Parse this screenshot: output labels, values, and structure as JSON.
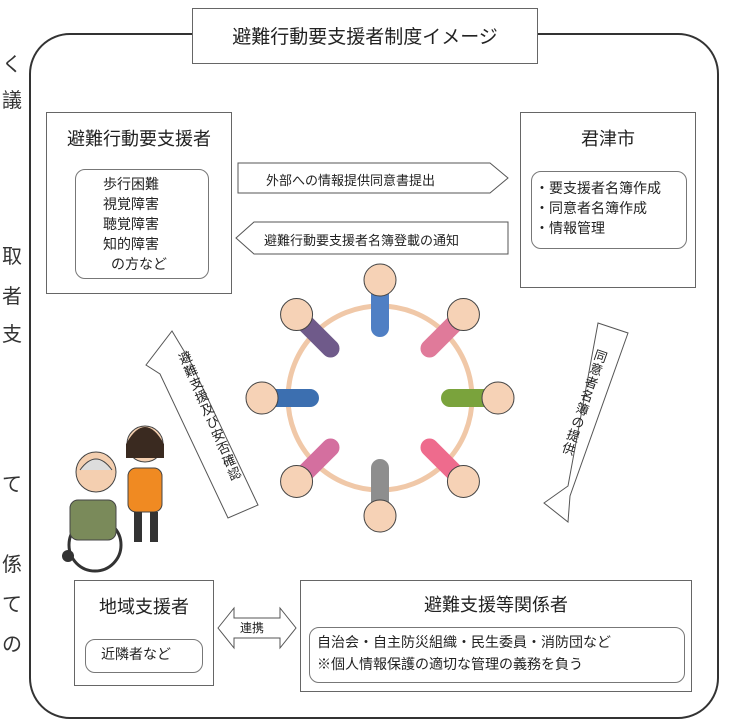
{
  "diagram": {
    "title": "避難行動要支援者制度イメージ"
  },
  "supporter_target": {
    "title": "避難行動要支援者",
    "items": [
      "歩行困難",
      "視覚障害",
      "聴覚障害",
      "知的障害",
      "の方など"
    ]
  },
  "city": {
    "title": "君津市",
    "items": [
      "・要支援者名簿作成",
      "・同意者名簿作成",
      "・情報管理"
    ]
  },
  "arrows": {
    "consent": "外部への情報提供同意書提出",
    "notice": "避難行動要支援者名簿登載の通知",
    "left_diag": "避難支援及び安否確認",
    "right_diag": "同意者名簿の提供",
    "link": "連携"
  },
  "local_supporter": {
    "title": "地域支援者",
    "item": "近隣者など"
  },
  "related": {
    "title": "避難支援等関係者",
    "line1": "自治会・自主防災組織・民生委員・消防団など",
    "line2": "※個人情報保護の適切な管理の義務を負う"
  },
  "people_colors": [
    "#4f7fc4",
    "#e07a9a",
    "#7aa33c",
    "#ee6b8d",
    "#8e8e8e",
    "#d46f9f",
    "#3c6fb0",
    "#6f5a8a"
  ]
}
